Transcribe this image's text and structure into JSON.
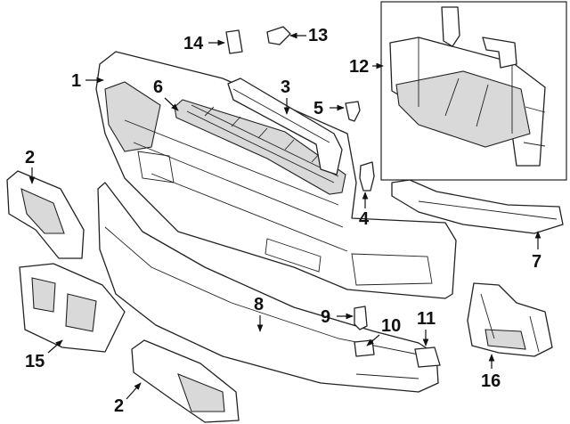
{
  "callouts": {
    "c1": "1",
    "c2a": "2",
    "c2b": "2",
    "c3": "3",
    "c4": "4",
    "c5": "5",
    "c6": "6",
    "c7": "7",
    "c8": "8",
    "c9": "9",
    "c10": "10",
    "c11": "11",
    "c12": "12",
    "c13": "13",
    "c14": "14",
    "c15": "15",
    "c16": "16"
  },
  "colors": {
    "line": "#222222",
    "shade": "#d9d9d9",
    "background": "#ffffff"
  }
}
